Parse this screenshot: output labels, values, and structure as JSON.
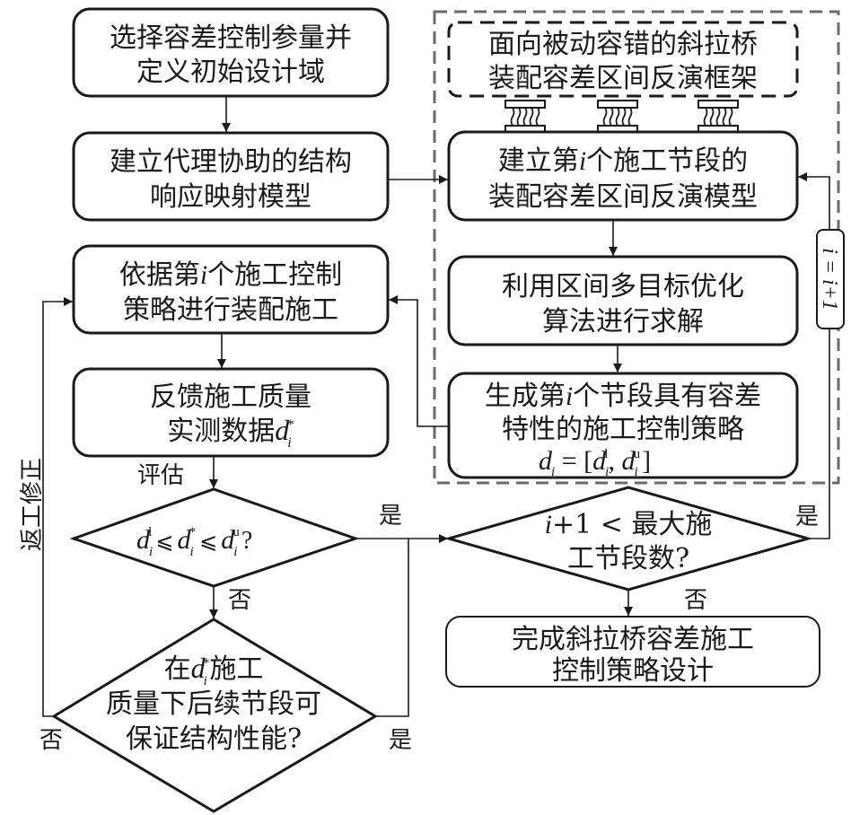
{
  "diagram": {
    "title_frame": {
      "line1": "面向被动容错的斜拉桥",
      "line2": "装配容差区间反演框架"
    },
    "nodes": {
      "select_params": {
        "line1": "选择容差控制参量并",
        "line2": "定义初始设计域"
      },
      "surrogate_model": {
        "line1": "建立代理协助的结构",
        "line2": "响应映射模型"
      },
      "inverse_model": {
        "line1_pre": "建立第",
        "line1_var": "i",
        "line1_post": "个施工节段的",
        "line2": "装配容差区间反演模型"
      },
      "solve": {
        "line1": "利用区间多目标优化",
        "line2": "算法进行求解"
      },
      "generate_strategy": {
        "line1_pre": "生成第",
        "line1_var": "i",
        "line1_post": "个节段具有容差",
        "line2": "特性的施工控制策略",
        "formula_lhs": "d",
        "formula_sub": "i",
        "formula_eq": " = [",
        "formula_l_sup": "l",
        "formula_comma": ", ",
        "formula_u_sup": "u",
        "formula_close": "]"
      },
      "construct": {
        "line1_pre": "依据第",
        "line1_var": "i",
        "line1_post": "个施工控制",
        "line2": "策略进行装配施工"
      },
      "feedback": {
        "line1": "反馈施工质量",
        "line2_pre": "实测数据",
        "var": "d",
        "sub": "i",
        "sup": "*"
      },
      "check_range": {
        "var": "d",
        "sub": "i",
        "sup_l": "l",
        "sup_star": "*",
        "sup_u": "u",
        "leq": "⩽",
        "question": "?"
      },
      "check_subsequent": {
        "line1_pre": "在",
        "var": "d",
        "sub": "i",
        "sup": "*",
        "line1_post": "施工",
        "line2": "质量下后续节段可",
        "line3": "保证结构性能?"
      },
      "check_max": {
        "line1_var": "i",
        "line1_rest": "+1 < 最大施",
        "line2": "工节段数?"
      },
      "finish": {
        "line1": "完成斜拉桥容差施工",
        "line2": "控制策略设计"
      }
    },
    "edge_labels": {
      "evaluate": "评估",
      "yes_range": "是",
      "no_range": "否",
      "yes_subsequent": "是",
      "no_subsequent": "否",
      "yes_max": "是",
      "no_max": "否",
      "rework": "返工修正",
      "increment": "i = i+1"
    },
    "icons": [
      "bearing-icon",
      "bearing-icon",
      "bearing-icon"
    ]
  }
}
